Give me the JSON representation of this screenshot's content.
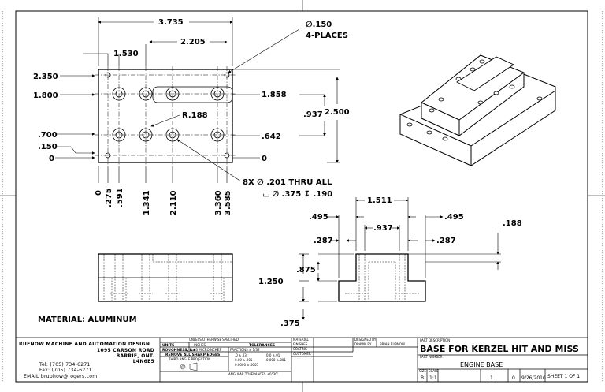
{
  "dimensions": {
    "top": {
      "d3735": "3.735",
      "d2205": "2.205",
      "d1530": "1.530"
    },
    "hole_callout": {
      "diameter": "∅.150",
      "places": "4-PLACES"
    },
    "left": {
      "d2350": "2.350",
      "d1800": "1.800",
      "d700": ".700",
      "d150": ".150",
      "d0": "0"
    },
    "right": {
      "d1858": "1.858",
      "d937": ".937",
      "d2500": "2.500",
      "d642": ".642",
      "d0": "0"
    },
    "radius": "R.188",
    "bottom": {
      "b0": "0",
      "b275": ".275",
      "b591": ".591",
      "b1341": "1.341",
      "b2110": "2.110",
      "b3360": "3.360",
      "b3585": "3.585"
    },
    "thru": {
      "line1": "8X ∅ .201 THRU ALL",
      "line2": "⌴ ∅ .375 ↧ .190"
    },
    "side": {
      "d1511": "1.511",
      "d495a": ".495",
      "d495b": ".495",
      "d188": ".188",
      "d937": ".937",
      "d287a": ".287",
      "d287b": ".287",
      "d875": ".875",
      "d1250": "1.250",
      "d375": ".375"
    }
  },
  "material_label": "MATERIAL: ALUMINUM",
  "title_block": {
    "company": {
      "name": "RUFNOW MACHINE AND AUTOMATION DESIGN",
      "street": "1095 CARSON ROAD",
      "city": "BARRIE, ONT.",
      "postal": "L4N6E5",
      "tel": "Tel: (705) 734-6271",
      "fax": "Fax: (705) 734-6271",
      "email": "EMAIL bruphow@rogers.com"
    },
    "spec": {
      "header": "UNLESS OTHERWISE SPECIFIED",
      "units_label": "UNITS",
      "units_value": "INCHES",
      "roughness_label": "ROUGHNESS, Ra",
      "roughness_value": "63 MICROINCHES",
      "edges": "REMOVE ALL SHARP EDGES",
      "projection": "THIRD ANGLE PROJECTION",
      "tolerances_header": "TOLERANCES",
      "fractions": "FRACTIONS ± 1/32",
      "tol_x1": ".0 ±.03",
      "tol_x2": "0.0 ±.01",
      "tol_x3": "0.00 ±.005",
      "tol_x4": "0.000 ±.001",
      "tol_x5": "0.0000 ±.0005",
      "angular": "ANGULAR TOLERANCES ±0°30'"
    },
    "material_label": "MATERIAL",
    "finishes_label": "FINISHES",
    "coating_label": "COATING",
    "customer_label": "CUSTOMER",
    "designed_by_label": "DESIGNED BY",
    "drawn_by_label": "DRAWN BY",
    "drawn_by_value": "BRIAN RUPNOW",
    "part_desc_label": "PART DESCRIPTION",
    "title": "BASE FOR KERZEL HIT AND MISS",
    "part_number_label": "PART NUMBER",
    "part_name": "ENGINE BASE",
    "size_label": "SIZE",
    "size_value": "B",
    "scale_label": "SCALE",
    "scale_value": "1:1",
    "qty_value": "1",
    "rev_value": "0",
    "date_value": "9/26/2010",
    "sheet": "SHEET 1 OF 1"
  }
}
